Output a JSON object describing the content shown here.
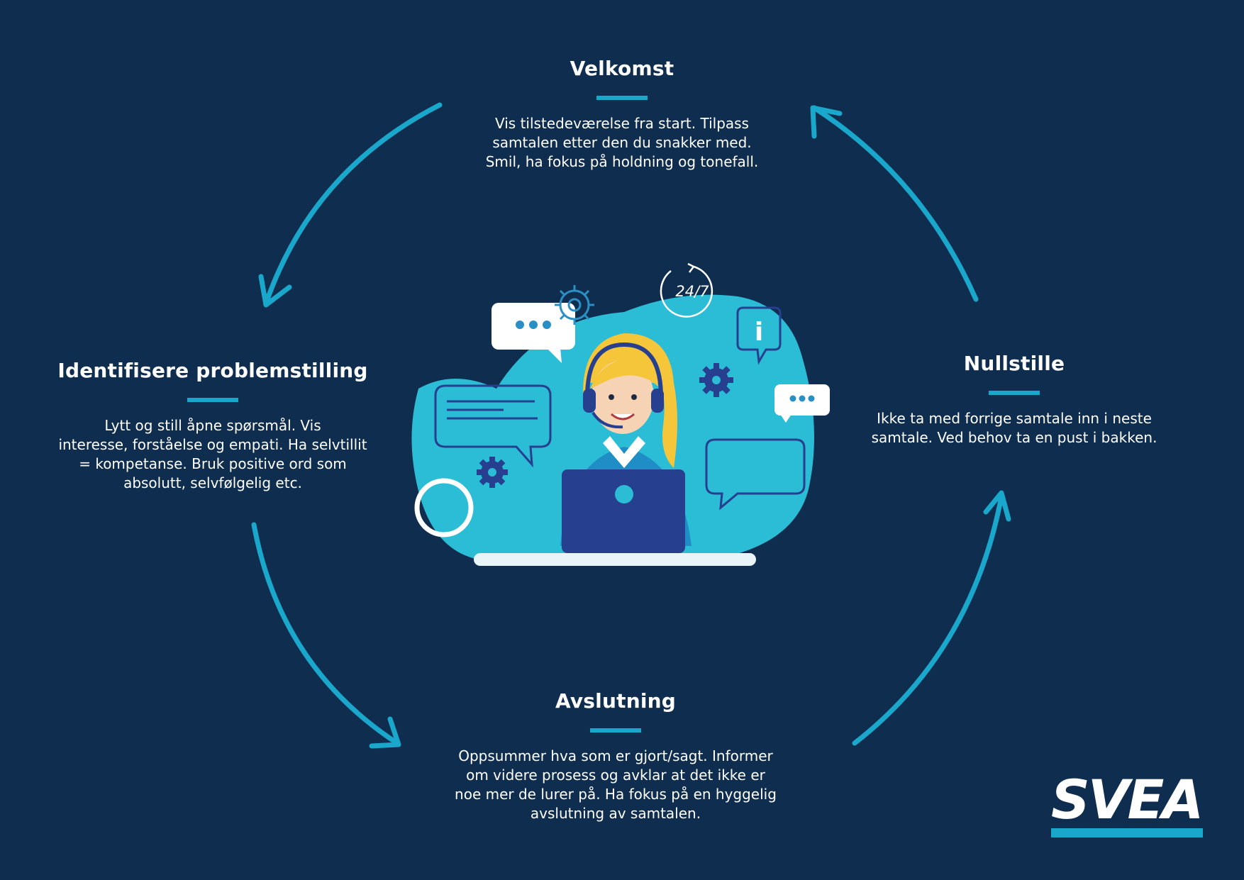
{
  "sections": {
    "velkomst": {
      "title": "Velkomst",
      "lines": [
        "Vis tilstedeværelse fra start. Tilpass",
        "samtalen etter den du snakker med.",
        "Smil, ha fokus på holdning og tonefall."
      ]
    },
    "identify": {
      "title": "Identifisere problemstilling",
      "lines": [
        "Lytt og still åpne spørsmål. Vis",
        "interesse, forståelse og empati. Ha selvtillit",
        "= kompetanse. Bruk positive ord som",
        "absolutt, selvfølgelig etc."
      ]
    },
    "nullstille": {
      "title": "Nullstille",
      "lines": [
        "Ikke ta med forrige samtale inn i neste",
        "samtale. Ved behov ta en pust i bakken."
      ]
    },
    "avslutning": {
      "title": "Avslutning",
      "lines": [
        "Oppsummer hva som er gjort/sagt. Informer",
        "om videre prosess og avklar at det ikke er",
        "noe mer de lurer på. Ha fokus på en hyggelig",
        "avslutning av samtalen."
      ]
    }
  },
  "illustration": {
    "badge_24_7": "24/7",
    "info_letter": "i"
  },
  "logo": {
    "text": "SVEA"
  },
  "colors": {
    "background": "#0f2d4e",
    "accent": "#1aa7cc",
    "blob": "#2bbdd6",
    "laptop": "#263f8f",
    "hair": "#f5c53a"
  },
  "icons": [
    "cycle-arrow-icon",
    "speech-bubble-icon",
    "gear-icon",
    "clock-icon",
    "info-icon",
    "headset-icon",
    "laptop-icon"
  ]
}
